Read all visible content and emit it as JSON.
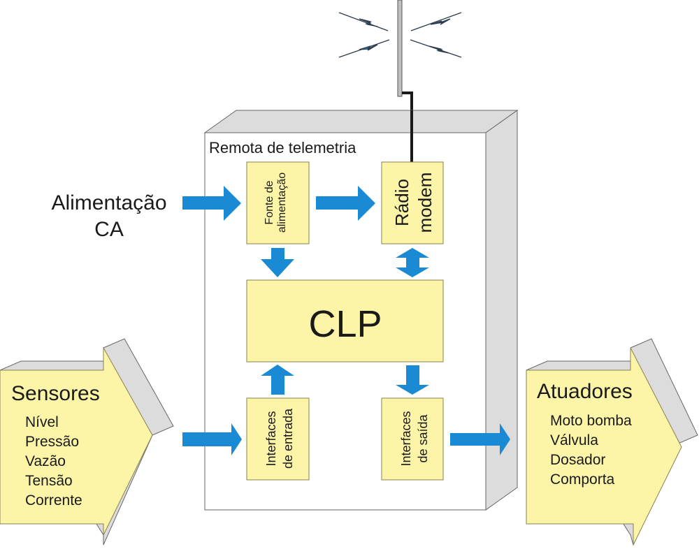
{
  "diagram": {
    "title": "Remota de telemetria",
    "colors": {
      "block_fill": "#fcf5a8",
      "block_stroke": "#8a8050",
      "arrow_fill": "#1a8ad4",
      "box_side": "#dcdcdc",
      "box_stroke": "#666666",
      "antenna": "#c0c0c0",
      "lightning": "#1a8ad4"
    },
    "power_input": {
      "line1": "Alimentação",
      "line2": "CA"
    },
    "blocks": {
      "fonte": {
        "line1": "Fonte de",
        "line2": "alimentação"
      },
      "radio": {
        "line1": "Rádio",
        "line2": "modem"
      },
      "clp": {
        "label": "CLP"
      },
      "entrada": {
        "line1": "Interfaces",
        "line2": "de entrada"
      },
      "saida": {
        "line1": "Interfaces",
        "line2": "de saída"
      }
    },
    "sensors": {
      "title": "Sensores",
      "items": [
        "Nível",
        "Pressão",
        "Vazão",
        "Tensão",
        "Corrente"
      ]
    },
    "actuators": {
      "title": "Atuadores",
      "items": [
        "Moto bomba",
        "Válvula",
        "Dosador",
        "Comporta"
      ]
    }
  }
}
